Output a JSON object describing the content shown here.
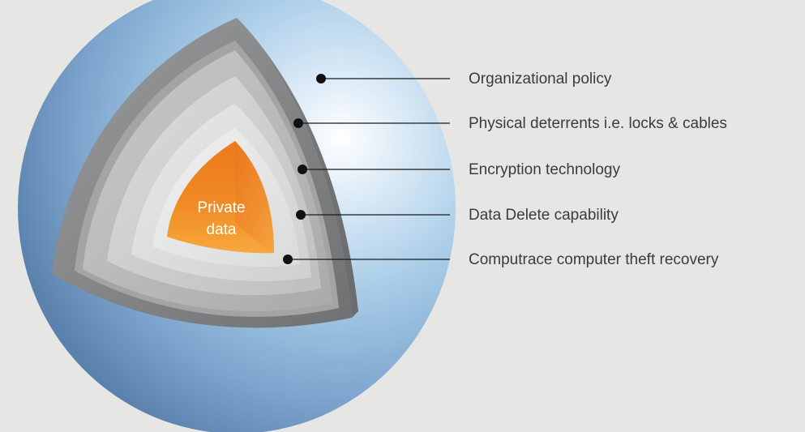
{
  "diagram": {
    "core_label_line1": "Private",
    "core_label_line2": "data",
    "layers": [
      {
        "label": "Organizational policy"
      },
      {
        "label": "Physical deterrents i.e. locks & cables"
      },
      {
        "label": "Encryption technology"
      },
      {
        "label": "Data Delete capability"
      },
      {
        "label": "Computrace computer theft recovery"
      }
    ]
  },
  "colors": {
    "background": "#e6e7e5",
    "sphere_light": "#ffffff",
    "sphere_mid": "#a9cde8",
    "sphere_dark": "#5f8bb8",
    "core_orange": "#f08a24",
    "core_light": "#f8b04a",
    "shell_gray": "#8f9091",
    "label_text": "#3b3b3b"
  }
}
